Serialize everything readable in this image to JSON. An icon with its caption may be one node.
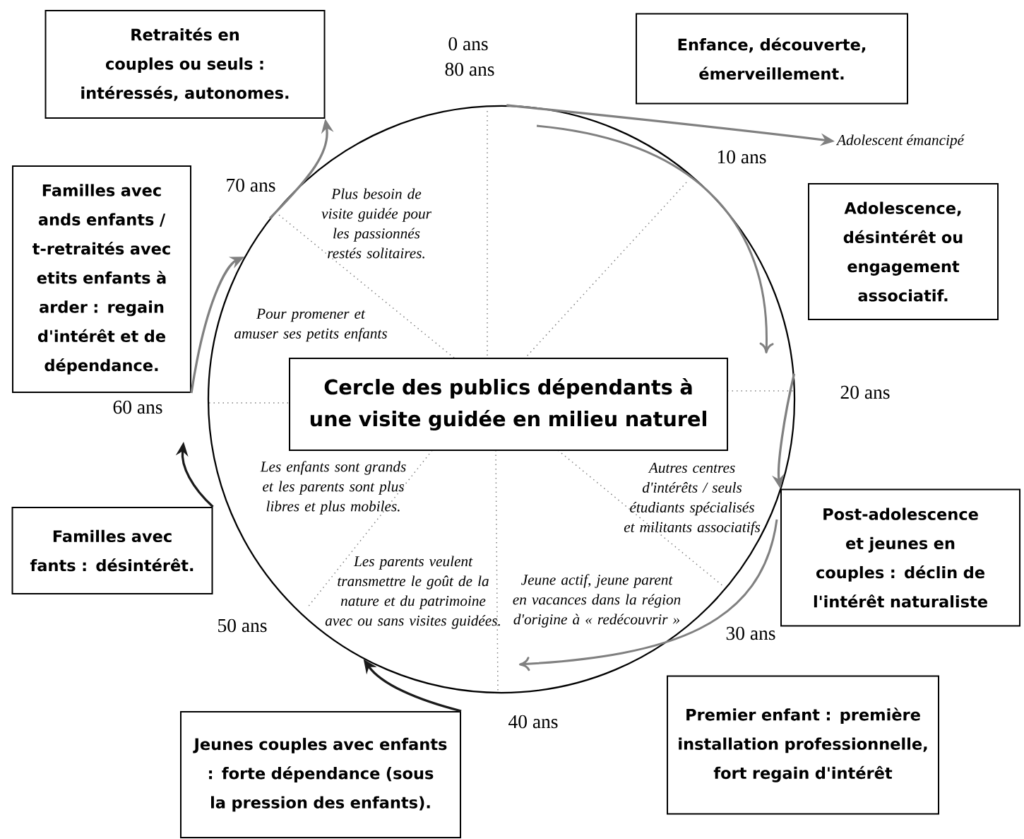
{
  "diagram": {
    "nodes": [
      {
        "text": [
          "Retraités en couples ou seuls : intéressés, autonomes."
        ]
      },
      {
        "text": [
          "Enfance, découverte, émerveillement."
        ]
      },
      {
        "text": [],
        "shape": "circle"
      },
      {
        "text": [
          "Cercle des publics dépendants à une visite guidée en milieu naturel"
        ],
        "in": 2
      },
      {
        "text": [
          "Adolescent émancipé"
        ]
      },
      {
        "text": [
          "Adolescence, désintérêt ou engagement associatif."
        ]
      },
      {
        "text": [
          "Familles avec ands enfants / t-retraités avec etits enfants à arder : regain d'intérêt et de dépendance."
        ]
      },
      {
        "text": [
          "Familles avec fants : désintérêt."
        ]
      },
      {
        "text": [
          "Post-adolescence et jeunes en couples : déclin de l'intérêt naturaliste"
        ]
      },
      {
        "text": [
          "Jeunes couples avec enfants : forte dépendance (sous la pression des enfants)."
        ]
      },
      {
        "text": [
          "Premier enfant : première installation professionnelle, fort regain d'intérêt"
        ]
      }
    ],
    "edges": [
      {
        "from": 2,
        "to": 4,
        "arrow": "to"
      },
      {
        "from": 2,
        "to": 8,
        "arrow": "to"
      },
      {
        "from": 6,
        "to": 2,
        "arrow": "to"
      },
      {
        "from": 2,
        "to": 0,
        "arrow": "to"
      },
      {
        "from": 7,
        "to": null,
        "arrow": "to",
        "color": "#1a1a1a"
      },
      {
        "from": 9,
        "to": 2,
        "arrow": "to",
        "color": "#1a1a1a"
      }
    ],
    "labels": [
      "0 ans",
      "80 ans",
      "10 ans",
      "70 ans",
      "Plus besoin de visite guidée pour les passionnés restés solitaires.",
      "Pour promener et amuser ses petits enfants",
      "20 ans",
      "60 ans",
      "Les enfants sont grands et les parents sont plus libres et plus mobiles.",
      "Autres centres d'intérêts / seuls étudiants spécialisés et militants associatifs",
      "Les parents veulent transmettre le goût de la nature et du patrimoine avec ou sans visites guidées.",
      "Jeune actif, jeune parent en vacances dans la région d'origine à « redécouvrir »",
      "30 ans",
      "50 ans",
      "40 ans"
    ]
  }
}
